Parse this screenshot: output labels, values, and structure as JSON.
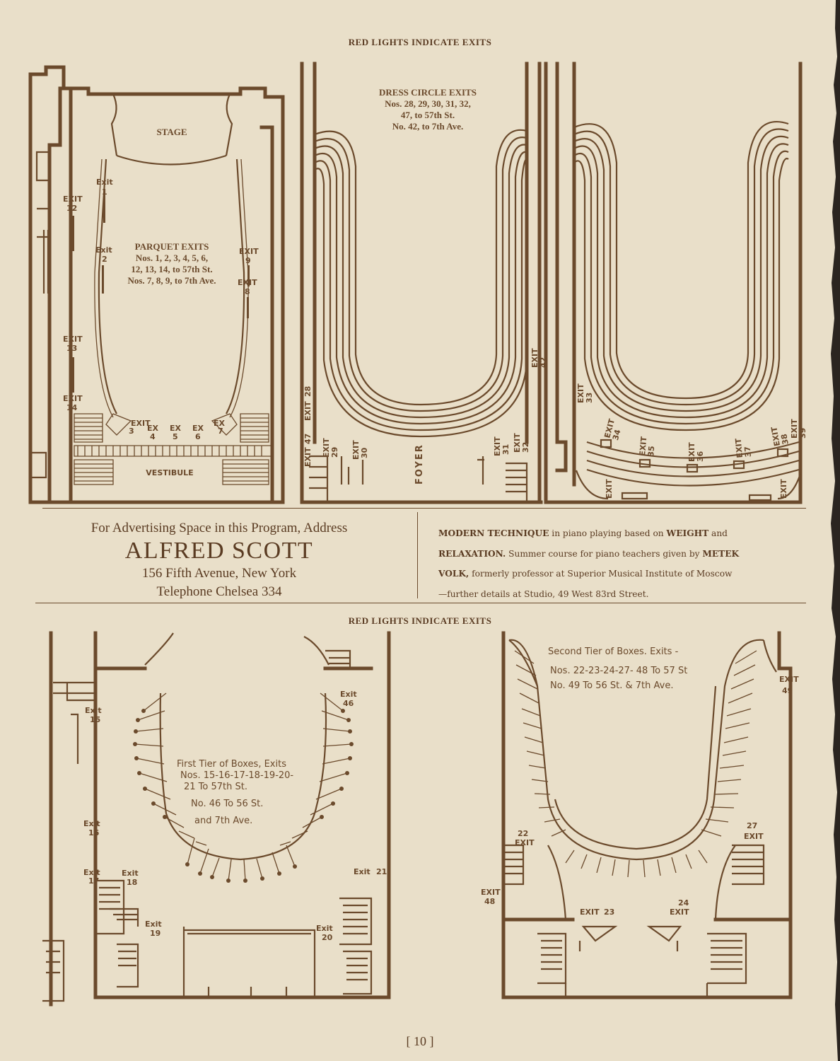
{
  "header_top": "RED LIGHTS INDICATE EXITS",
  "header_bottom": "RED LIGHTS INDICATE EXITS",
  "parquet": {
    "stage": "STAGE",
    "vestibule": "VESTIBULE",
    "title": "PARQUET EXITS",
    "line1": "Nos. 1, 2, 3, 4, 5, 6,",
    "line2": "12, 13, 14, to 57th St.",
    "line3": "Nos. 7, 8, 9, to 7th Ave."
  },
  "dress_circle": {
    "title": "DRESS CIRCLE EXITS",
    "line1": "Nos. 28, 29, 30, 31, 32,",
    "line2": "47, to 57th St.",
    "line3": "No. 42, to 7th Ave.",
    "foyer": "FOYER"
  },
  "exit_word": "EXIT",
  "exit_word_hand": "Exit",
  "exit_abbrev": "EX",
  "ad_left": {
    "line1": "For Advertising Space in this Program, Address",
    "name": "ALFRED SCOTT",
    "address": "156 Fifth Avenue, New York",
    "phone": "Telephone Chelsea 334"
  },
  "ad_right": {
    "bold1": "MODERN TECHNIQUE",
    "text1": " in piano playing based on ",
    "bold2": "WEIGHT",
    "text2": " and",
    "bold3": "RELAXATION.",
    "text3": " Summer course for piano teachers given by ",
    "bold4": "METEK",
    "bold5": "VOLK,",
    "text4": " formerly professor at Superior Musical Institute of Moscow",
    "text5": "—further details at Studio, 49 West 83rd Street."
  },
  "first_tier": {
    "line1": "First Tier of Boxes, Exits",
    "line2": "Nos. 15-16-17-18-19-20-",
    "line3": "21 To 57th St.",
    "line4": "No. 46 To 56 St.",
    "line5": "and 7th Ave."
  },
  "second_tier": {
    "line1": "Second Tier of Boxes. Exits -",
    "line2": "Nos. 22-23-24-27- 48 To 57 St",
    "line3": "No. 49 To 56 St. & 7th Ave."
  },
  "page_number": "[ 10 ]"
}
